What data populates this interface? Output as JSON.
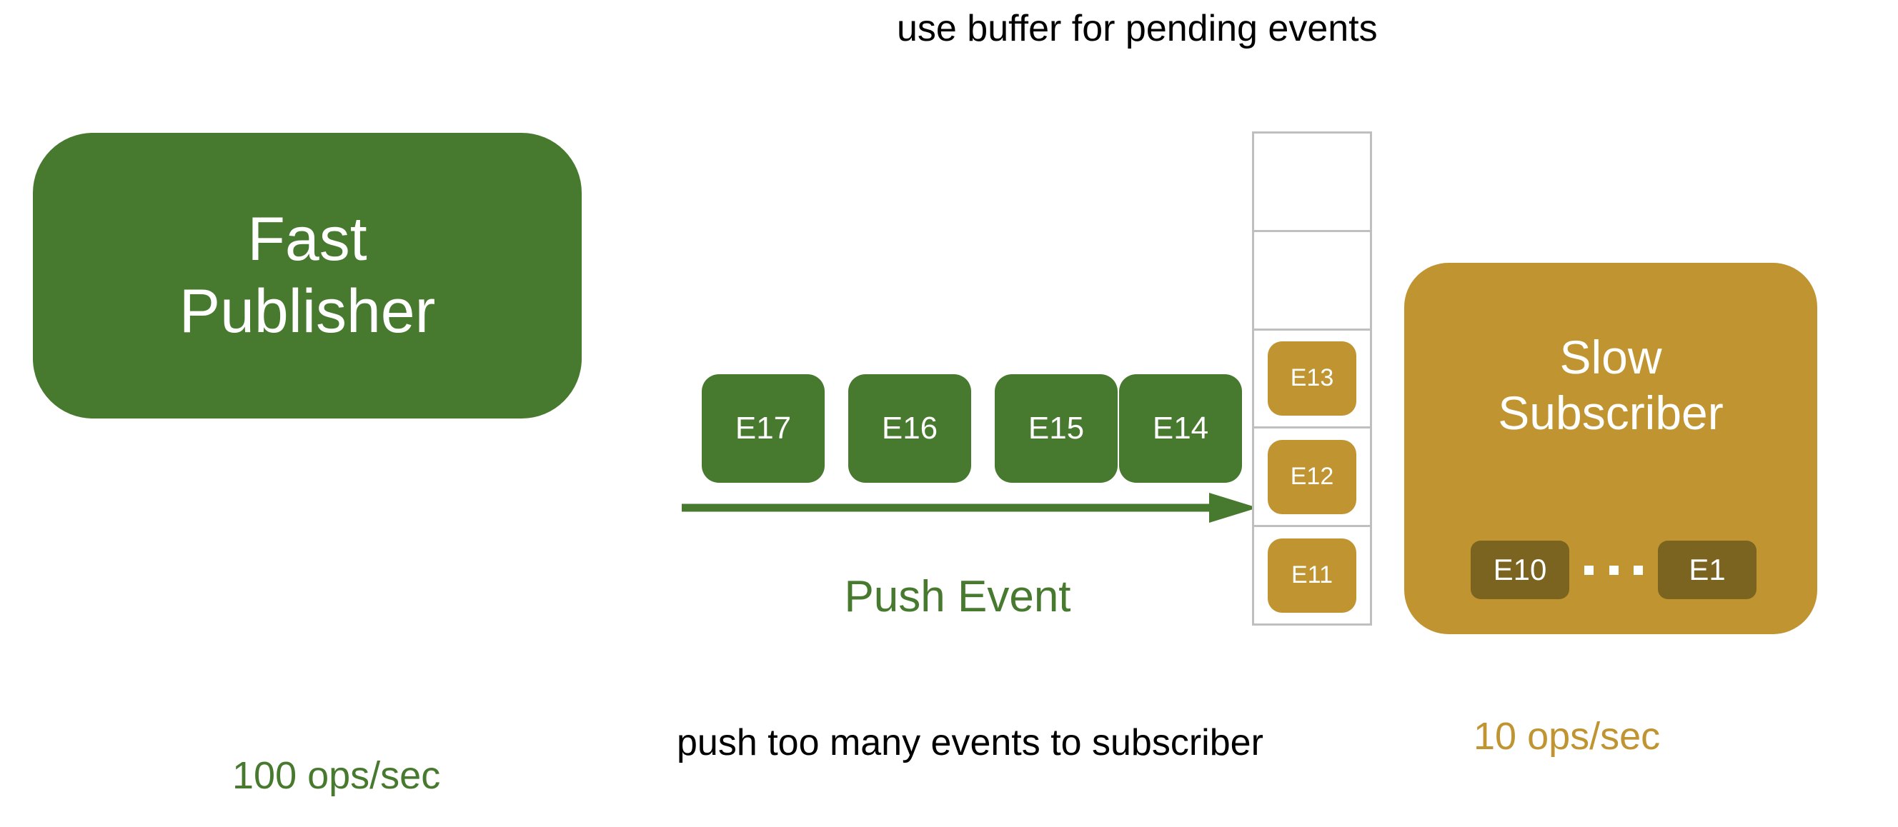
{
  "diagram": {
    "top_caption": "use buffer for pending events",
    "publisher": {
      "title_line1": "Fast",
      "title_line2": "Publisher",
      "rate_label": "100 ops/sec",
      "color": "#477A2E"
    },
    "subscriber": {
      "title_line1": "Slow",
      "title_line2": "Subscriber",
      "rate_label": "10 ops/sec",
      "color": "#BF9431",
      "processed_chips": [
        "E10",
        "E1"
      ],
      "ellipsis_dot_count": 3,
      "chip_color": "#7B6320"
    },
    "in_flight_events": [
      {
        "label": "E17"
      },
      {
        "label": "E16"
      },
      {
        "label": "E15"
      },
      {
        "label": "E14"
      }
    ],
    "flow": {
      "arrow_label": "Push Event",
      "arrow_color": "#477A2E",
      "bottom_caption": "push too many events to subscriber"
    },
    "buffer": {
      "slot_count": 5,
      "border_color": "#BFBFBF",
      "slots": [
        {
          "label": "",
          "filled": false
        },
        {
          "label": "",
          "filled": false
        },
        {
          "label": "E13",
          "filled": true
        },
        {
          "label": "E12",
          "filled": true
        },
        {
          "label": "E11",
          "filled": true
        }
      ]
    }
  }
}
